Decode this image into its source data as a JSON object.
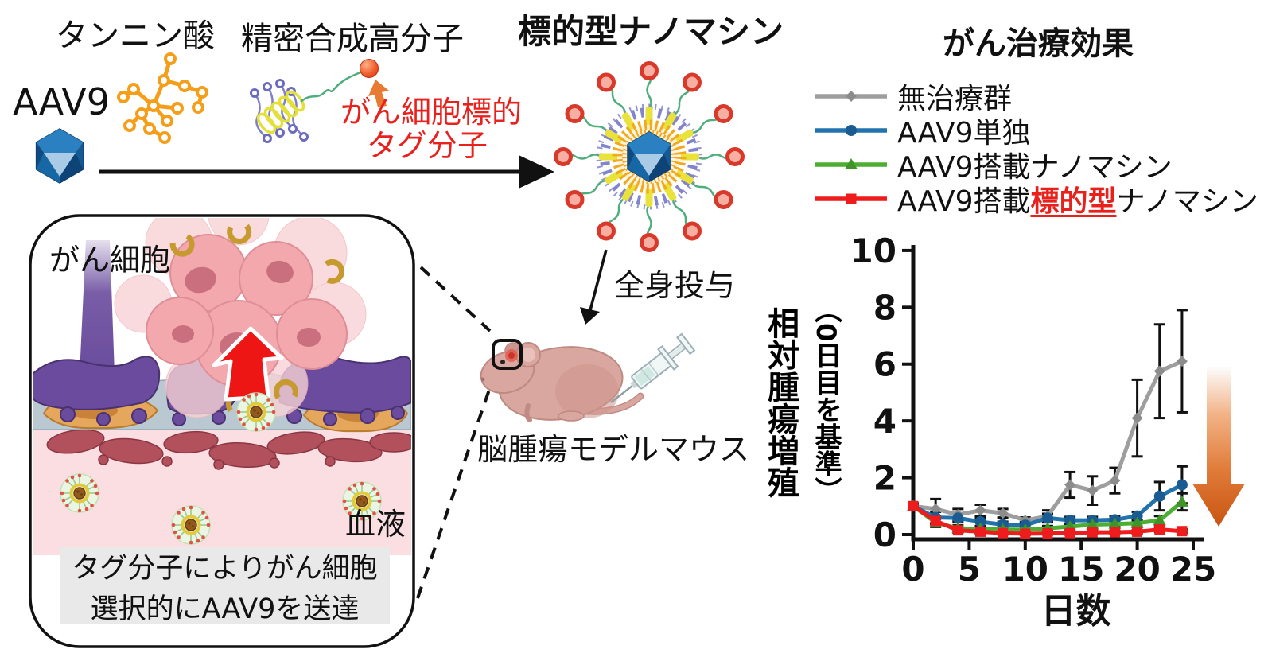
{
  "colors": {
    "accent_red_text": "#E8211D",
    "arrow_black": "#111111",
    "caption_bg": "#E9E9E9",
    "orange_gradient_arrow_top": "#FCFCFC",
    "orange_gradient_arrow_bottom": "#C85512"
  },
  "top_row": {
    "tannic_acid_label": "タンニン酸",
    "aav9_label": "AAV9",
    "polymer_label": "精密合成高分子",
    "tag_label_line1": "がん細胞標的",
    "tag_label_line2": "タグ分子",
    "nanomachine_title": "標的型ナノマシン"
  },
  "callout_box": {
    "cancer_cell_label": "がん細胞",
    "blood_label": "血液",
    "caption_line1": "タグ分子によりがん細胞",
    "caption_line2": "選択的にAAV9を送達"
  },
  "middle": {
    "administration_label": "全身投与",
    "mouse_label": "脳腫瘍モデルマウス"
  },
  "chart": {
    "title": "がん治療効果",
    "legend_rows": [
      {
        "text": "無治療群"
      },
      {
        "text": "AAV9単独"
      },
      {
        "text": "AAV9搭載ナノマシン"
      },
      {
        "pre": "AAV9搭載",
        "highlight": "標的型",
        "post": "ナノマシン"
      }
    ]
  },
  "chart_data": {
    "type": "line",
    "title": "がん治療効果",
    "xlabel": "日数",
    "ylabel": "相対腫瘍増殖",
    "ylabel_sub": "（0日目を基準）",
    "x": [
      0,
      2,
      4,
      6,
      8,
      10,
      12,
      14,
      16,
      18,
      20,
      22,
      24
    ],
    "x_ticks": [
      0,
      5,
      10,
      15,
      20,
      25
    ],
    "y_ticks": [
      0,
      2,
      4,
      6,
      8,
      10
    ],
    "xlim": [
      0,
      25.8
    ],
    "ylim": [
      0,
      10
    ],
    "grid": false,
    "legend_position": "above",
    "series": [
      {
        "name": "無治療群",
        "color": "#9E9E9E",
        "marker": "diamond",
        "marker_color": "#8C8C8C",
        "values": [
          1.0,
          0.9,
          0.7,
          0.85,
          0.75,
          0.5,
          0.65,
          1.75,
          1.55,
          1.9,
          4.1,
          5.75,
          6.1
        ],
        "errors": [
          0.1,
          0.35,
          0.2,
          0.2,
          0.15,
          0.1,
          0.2,
          0.45,
          0.5,
          0.45,
          1.35,
          1.65,
          1.8
        ]
      },
      {
        "name": "AAV9単独",
        "color": "#2272AC",
        "marker": "circle",
        "marker_color": "#1A5C92",
        "values": [
          1.0,
          0.6,
          0.58,
          0.45,
          0.35,
          0.33,
          0.58,
          0.5,
          0.5,
          0.52,
          0.65,
          1.35,
          1.75
        ],
        "errors": [
          0.05,
          0.2,
          0.15,
          0.15,
          0.1,
          0.1,
          0.15,
          0.12,
          0.12,
          0.12,
          0.15,
          0.5,
          0.65
        ]
      },
      {
        "name": "AAV9搭載ナノマシン",
        "color": "#4CAE32",
        "marker": "triangle",
        "marker_color": "#3E9427",
        "values": [
          1.0,
          0.42,
          0.22,
          0.2,
          0.18,
          0.17,
          0.22,
          0.28,
          0.35,
          0.37,
          0.4,
          0.5,
          1.15
        ],
        "errors": [
          0.05,
          0.15,
          0.1,
          0.08,
          0.08,
          0.06,
          0.08,
          0.1,
          0.12,
          0.1,
          0.12,
          0.15,
          0.3
        ]
      },
      {
        "name": "AAV9搭載標的型ナノマシン",
        "color": "#EE1C1C",
        "marker": "square",
        "marker_color": "#EE1C1C",
        "values": [
          1.0,
          0.48,
          0.15,
          0.1,
          0.05,
          0.03,
          0.04,
          0.05,
          0.08,
          0.08,
          0.1,
          0.18,
          0.12
        ],
        "errors": [
          0.04,
          0.12,
          0.08,
          0.06,
          0.05,
          0.04,
          0.04,
          0.05,
          0.06,
          0.06,
          0.06,
          0.08,
          0.06
        ]
      }
    ]
  }
}
